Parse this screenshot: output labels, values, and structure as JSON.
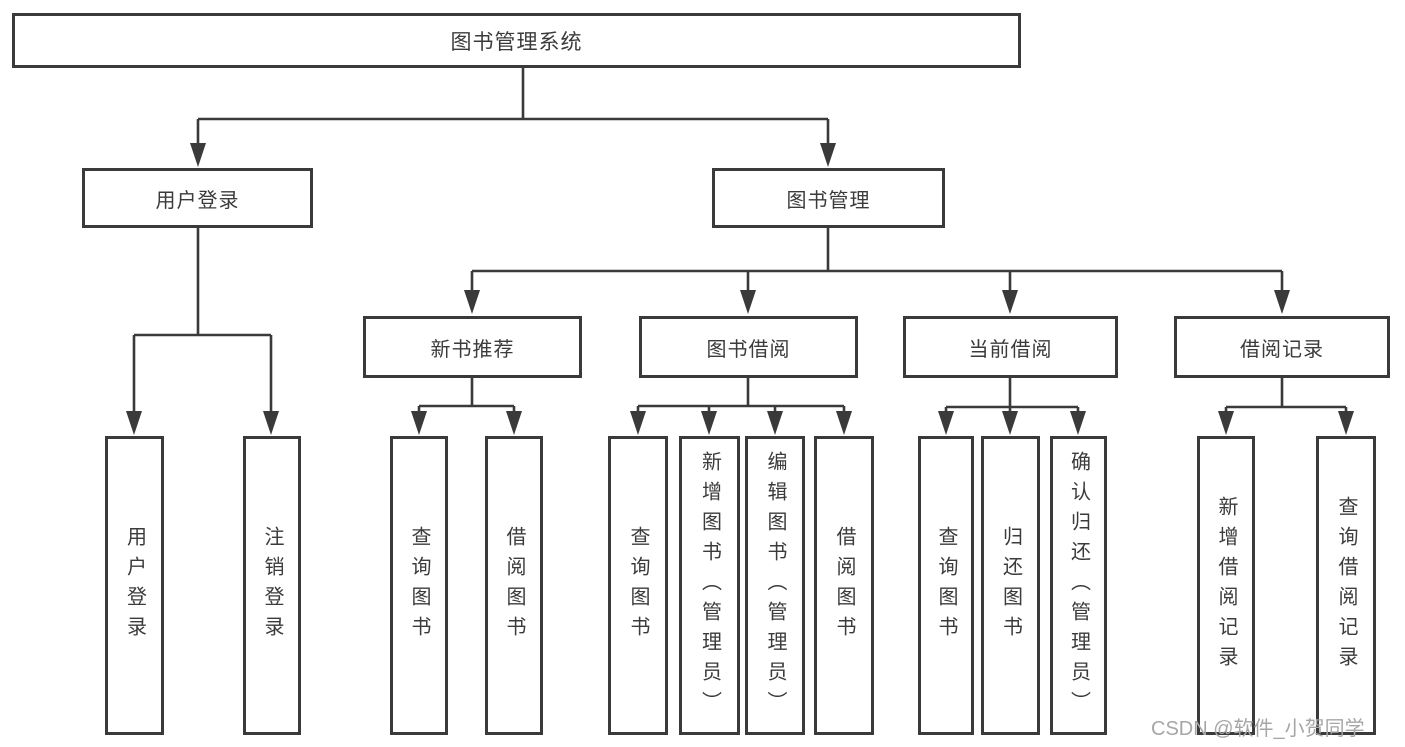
{
  "diagram_title": "图书管理系统",
  "tree": {
    "root": {
      "label": "图书管理系统"
    },
    "level1": [
      {
        "label": "用户登录",
        "children": [
          {
            "label": "用户登录"
          },
          {
            "label": "注销登录"
          }
        ]
      },
      {
        "label": "图书管理",
        "children": [
          {
            "label": "新书推荐",
            "children": [
              {
                "label": "查询图书"
              },
              {
                "label": "借阅图书"
              }
            ]
          },
          {
            "label": "图书借阅",
            "children": [
              {
                "label": "查询图书"
              },
              {
                "label": "新增图书（管理员）"
              },
              {
                "label": "编辑图书（管理员）"
              },
              {
                "label": "借阅图书"
              }
            ]
          },
          {
            "label": "当前借阅",
            "children": [
              {
                "label": "查询图书"
              },
              {
                "label": "归还图书"
              },
              {
                "label": "确认归还（管理员）"
              }
            ]
          },
          {
            "label": "借阅记录",
            "children": [
              {
                "label": "新增借阅记录"
              },
              {
                "label": "查询借阅记录"
              }
            ]
          }
        ]
      }
    ]
  },
  "watermark": {
    "text": "CSDN @软件_小贺同学"
  },
  "colors": {
    "line": "#3a3a3a",
    "text": "#3b3b3b",
    "box_background": "#ffffff",
    "page_background": "#ffffff",
    "watermark": "#a6a6a6"
  }
}
